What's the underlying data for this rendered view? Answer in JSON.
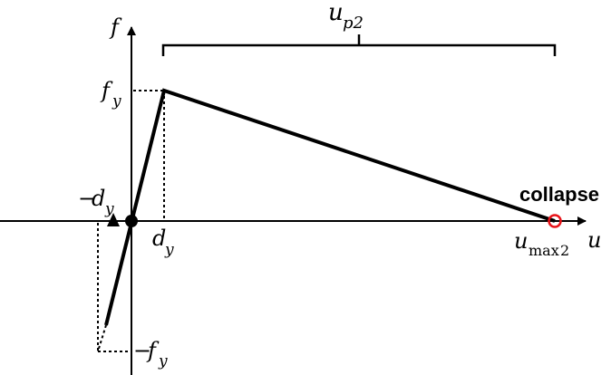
{
  "axes": {
    "vertical_symbol": "f",
    "horizontal_symbol": "u"
  },
  "labels": {
    "fy_main": "f",
    "fy_sub": "y",
    "neg_fy_sign": "−",
    "neg_fy_main": "f",
    "neg_fy_sub": "y",
    "dy_main": "d",
    "dy_sub": "y",
    "neg_dy_sign": "−",
    "neg_dy_main": "d",
    "neg_dy_sub": "y",
    "up2_main": "u",
    "up2_sub": "p2",
    "umax_main": "u",
    "umax_sub_word": "max",
    "umax_sub_num": "2",
    "collapse": "collapse"
  },
  "colors": {
    "line": "#000000",
    "collapse_marker": "#e8141a"
  }
}
